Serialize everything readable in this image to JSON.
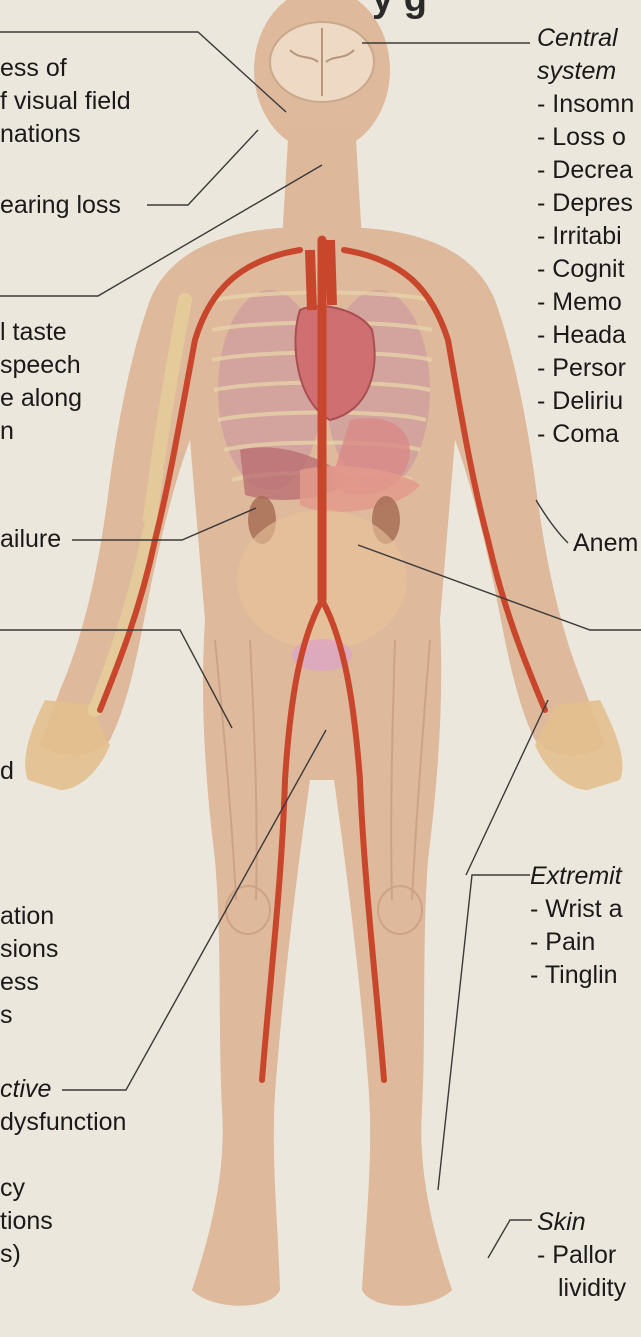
{
  "diagram": {
    "title_fragment": "y  g",
    "colors": {
      "background": "#ece7dc",
      "body": "#dcb596",
      "artery": "#c8472c",
      "organ": "#cf8a86",
      "bone": "#e6cf9a",
      "leader": "#3a3a3a"
    },
    "left_labels": {
      "eyes": [
        "ess of",
        "f visual field",
        "nations"
      ],
      "ears": [
        "earing loss"
      ],
      "mouth": [
        "l taste",
        "speech",
        "e along",
        "n"
      ],
      "kidney": [
        "ailure"
      ],
      "muscles": [
        "d",
        "ation",
        "sions",
        "ess",
        "s"
      ],
      "reproductive_heading": "ctive",
      "reproductive": [
        "dysfunction",
        "",
        "cy",
        "tions",
        "s)"
      ]
    },
    "right_labels": {
      "cns_heading": [
        "Central",
        "system"
      ],
      "cns": [
        "- Insomn",
        "- Loss o",
        "- Decrea",
        "- Depres",
        "- Irritabi",
        "- Cognit",
        "- Memo",
        "- Heada",
        "- Persor",
        "- Deliriu",
        "- Coma"
      ],
      "blood": "Anem",
      "extremities_heading": "Extremit",
      "extremities": [
        "- Wrist a",
        "- Pain",
        "- Tinglin"
      ],
      "skin_heading": "Skin",
      "skin": [
        "- Pallor",
        "lividity"
      ]
    }
  }
}
